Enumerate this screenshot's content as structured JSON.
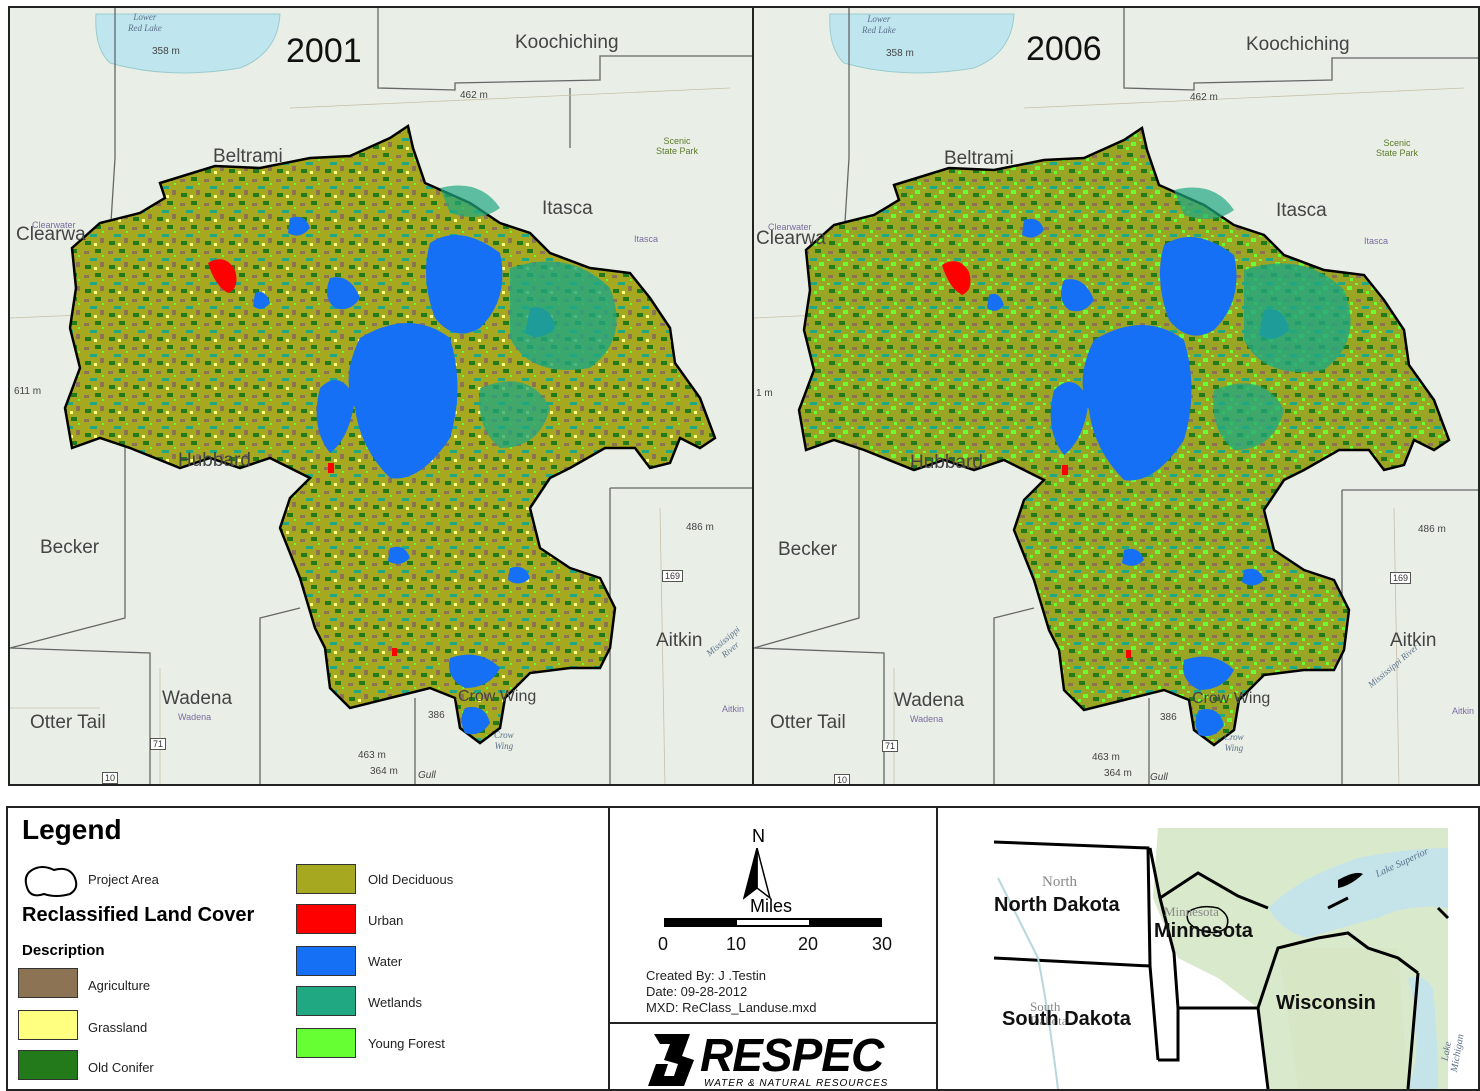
{
  "maps": [
    {
      "year": "2001",
      "counties": {
        "beltrami": "Beltrami",
        "koochiching": "Koochiching",
        "itasca": "Itasca",
        "clearwater": "Clearwa",
        "hubbard": "Hubbard",
        "becker": "Becker",
        "aitkin": "Aitkin",
        "wadena": "Wadena",
        "otter_tail": "Otter Tail",
        "crow_wing": "Crow Wing"
      },
      "labels": {
        "lake": "Lower\nRed Lake",
        "elev1": "358 m",
        "elev2": "462 m",
        "elev3": "611 m",
        "elev4": "486 m",
        "elev5": "463 m",
        "elev6": "364 m",
        "elev7": "386",
        "park": "Scenic\nState Park",
        "itasca_small": "Itasca",
        "clearwater_small": "Clearwater",
        "wadena_small": "Wadena",
        "crow_small": "Crow\nWing",
        "aitkin_small": "Aitkin",
        "hwy1": "169",
        "hwy2": "71",
        "hwy3": "10",
        "gull": "Gull",
        "river": "Mississippi River"
      }
    },
    {
      "year": "2006",
      "counties": {
        "beltrami": "Beltrami",
        "koochiching": "Koochiching",
        "itasca": "Itasca",
        "clearwater": "Clearwa",
        "hubbard": "Hubbard",
        "becker": "Becker",
        "aitkin": "Aitkin",
        "wadena": "Wadena",
        "otter_tail": "Otter Tail",
        "crow_wing": "Crow Wing"
      },
      "labels": {
        "lake": "Lower\nRed Lake",
        "elev1": "358 m",
        "elev2": "462 m",
        "elev3": "1 m",
        "elev4": "486 m",
        "elev5": "463 m",
        "elev6": "364 m",
        "elev7": "386",
        "park": "Scenic\nState Park",
        "itasca_small": "Itasca",
        "clearwater_small": "Clearwater",
        "wadena_small": "Wadena",
        "crow_small": "Crow\nWing",
        "aitkin_small": "Aitkin",
        "hwy1": "169",
        "hwy2": "71",
        "hwy3": "10",
        "gull": "Gull",
        "river": "Mississippi River"
      }
    }
  ],
  "legend": {
    "title": "Legend",
    "project_area": "Project Area",
    "subtitle": "Reclassified Land Cover",
    "description": "Description",
    "items": [
      {
        "label": "Agriculture",
        "color": "#8c7353"
      },
      {
        "label": "Grassland",
        "color": "#ffff80"
      },
      {
        "label": "Old Conifer",
        "color": "#237a1a"
      },
      {
        "label": "Old Deciduous",
        "color": "#a6a820"
      },
      {
        "label": "Urban",
        "color": "#ff0000"
      },
      {
        "label": "Water",
        "color": "#1670f5"
      },
      {
        "label": "Wetlands",
        "color": "#1fa882"
      },
      {
        "label": "Young Forest",
        "color": "#66ff33"
      }
    ]
  },
  "scale": {
    "north": "N",
    "units": "Miles",
    "ticks": [
      "0",
      "10",
      "20",
      "30"
    ]
  },
  "credits": {
    "created_by": "Created By: J .Testin",
    "date": "Date: 09-28-2012",
    "mxd": "MXD: ReClass_Landuse.mxd"
  },
  "logo": {
    "name": "RESPEC",
    "tagline": "WATER & NATURAL RESOURCES"
  },
  "locator": {
    "north_dakota": "North Dakota",
    "north_dakota_faint": "North",
    "minnesota": "Minnesota",
    "minnesota_faint": "Minnesota",
    "south_dakota": "South Dakota",
    "south_dakota_faint": "South\nDakota",
    "wisconsin": "Wisconsin",
    "lake_superior": "Lake Superior",
    "lake_michigan": "Lake Michigan"
  }
}
